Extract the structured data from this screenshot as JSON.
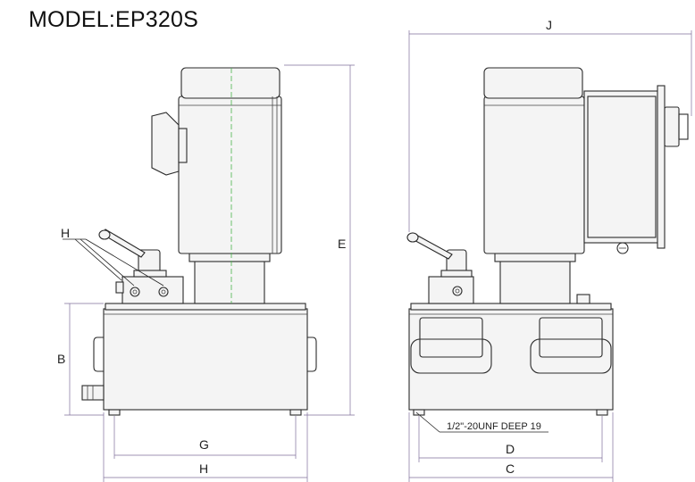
{
  "title": "MODEL:EP320S",
  "dimensions": {
    "B": "B",
    "C": "C",
    "D": "D",
    "E": "E",
    "G": "G",
    "H_width": "H",
    "H_valve": "H",
    "J": "J"
  },
  "note": "1/2\"-20UNF DEEP 19",
  "colors": {
    "outline": "#2a2a2a",
    "dimension_line": "#7f6f9a",
    "centerline": "#49b54c"
  }
}
